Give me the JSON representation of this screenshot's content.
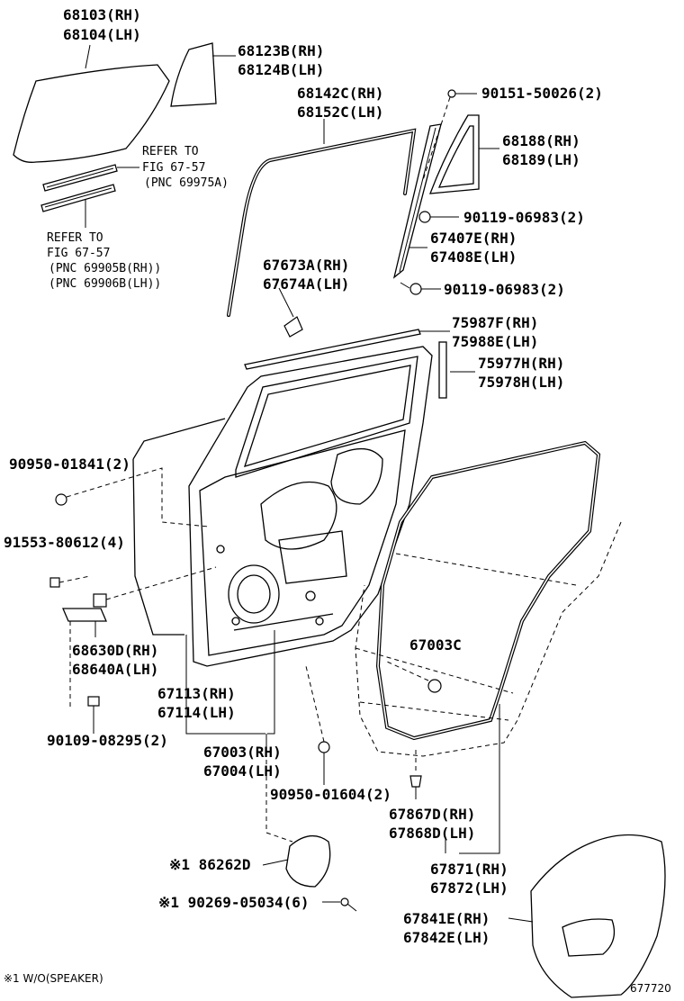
{
  "labels": {
    "p68103": "68103(RH)",
    "p68104": "68104(LH)",
    "p68123b": "68123B(RH)",
    "p68124b": "68124B(LH)",
    "refer1": "REFER TO",
    "fig1": "FIG 67-57",
    "pnc1": "(PNC 69975A)",
    "p68142c": "68142C(RH)",
    "p68152c": "68152C(LH)",
    "p90151": "90151-50026(2)",
    "p68188": "68188(RH)",
    "p68189": "68189(LH)",
    "refer2": "REFER TO",
    "fig2": "FIG 67-57",
    "pnc2a": "(PNC 69905B(RH))",
    "pnc2b": "(PNC 69906B(LH))",
    "p90119a": "90119-06983(2)",
    "p67407e": "67407E(RH)",
    "p67408e": "67408E(LH)",
    "p67673a": "67673A(RH)",
    "p67674a": "67674A(LH)",
    "p90119b": "90119-06983(2)",
    "p75987f": "75987F(RH)",
    "p75988e": "75988E(LH)",
    "p75977h": "75977H(RH)",
    "p75978h": "75978H(LH)",
    "p90950a": "90950-01841(2)",
    "p91553": "91553-80612(4)",
    "p68630d": "68630D(RH)",
    "p68640a": "68640A(LH)",
    "p67003c": "67003C",
    "p67113": "67113(RH)",
    "p67114": "67114(LH)",
    "p90109": "90109-08295(2)",
    "p67003": "67003(RH)",
    "p67004": "67004(LH)",
    "p90950b": "90950-01604(2)",
    "p67867d": "67867D(RH)",
    "p67868d": "67868D(LH)",
    "p86262d": "※1 86262D",
    "p67871": "67871(RH)",
    "p67872": "67872(LH)",
    "p90269": "※1 90269-05034(6)",
    "p67841e": "67841E(RH)",
    "p67842e": "67842E(LH)",
    "footnote": "※1 W/O(SPEAKER)",
    "figure_id": "677720"
  }
}
